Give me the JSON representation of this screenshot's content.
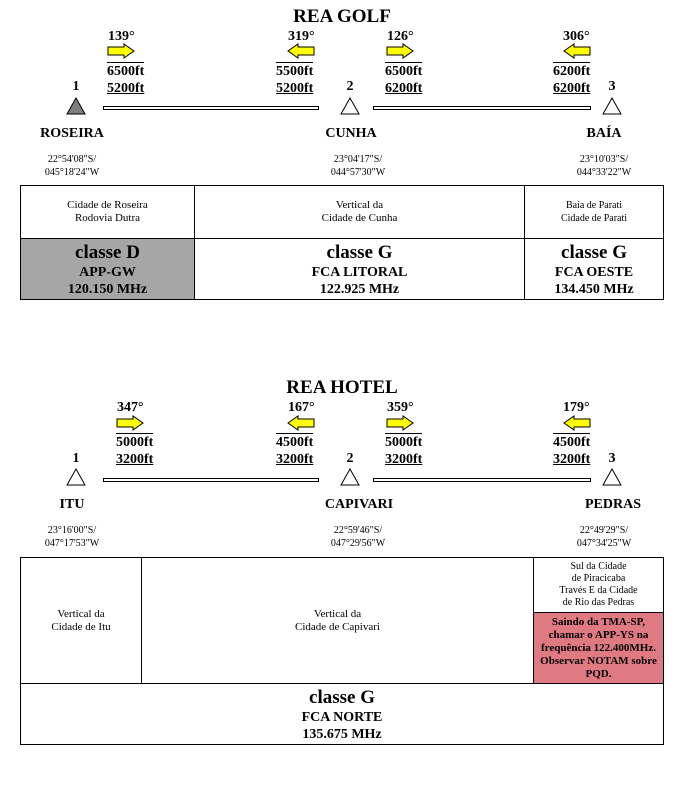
{
  "golf": {
    "title": "REA GOLF",
    "legs": [
      {
        "deg": "139°",
        "alt_top": "6500ft",
        "alt_bottom": "5200ft"
      },
      {
        "deg": "319°",
        "alt_top": "5500ft",
        "alt_bottom": "5200ft"
      },
      {
        "deg": "126°",
        "alt_top": "6500ft",
        "alt_bottom": "6200ft"
      },
      {
        "deg": "306°",
        "alt_top": "6200ft",
        "alt_bottom": "6200ft"
      }
    ],
    "waypoints": [
      {
        "num": "1",
        "name": "ROSEIRA",
        "lat": "22°54'08\"S/",
        "lon": "045°18'24\"W"
      },
      {
        "num": "2",
        "name": "CUNHA",
        "lat": "23°04'17\"S/",
        "lon": "044°57'30\"W"
      },
      {
        "num": "3",
        "name": "BAÍA",
        "lat": "23°10'03\"S/",
        "lon": "044°33'22\"W"
      }
    ],
    "refs": [
      {
        "l1": "Cidade de Roseira",
        "l2": "Rodovia Dutra"
      },
      {
        "l1": "Vertical da",
        "l2": "Cidade de Cunha"
      },
      {
        "l1": "Baía de Parati",
        "l2": "Cidade de Parati"
      }
    ],
    "classes": [
      {
        "cls": "classe D",
        "unit": "APP-GW",
        "freq": "120.150 MHz"
      },
      {
        "cls": "classe G",
        "unit": "FCA LITORAL",
        "freq": "122.925 MHz"
      },
      {
        "cls": "classe G",
        "unit": "FCA OESTE",
        "freq": "134.450 MHz"
      }
    ],
    "colors": {
      "class_d_fill": "#a6a6a6",
      "arrow_fill": "#ffff00"
    }
  },
  "hotel": {
    "title": "REA HOTEL",
    "legs": [
      {
        "deg": "347°",
        "alt_top": "5000ft",
        "alt_bottom": "3200ft"
      },
      {
        "deg": "167°",
        "alt_top": "4500ft",
        "alt_bottom": "3200ft"
      },
      {
        "deg": "359°",
        "alt_top": "5000ft",
        "alt_bottom": "3200ft"
      },
      {
        "deg": "179°",
        "alt_top": "4500ft",
        "alt_bottom": "3200ft"
      }
    ],
    "waypoints": [
      {
        "num": "1",
        "name": "ITU",
        "lat": "23°16'00\"S/",
        "lon": "047°17'53\"W"
      },
      {
        "num": "2",
        "name": "CAPIVARI",
        "lat": "22°59'46\"S/",
        "lon": "047°29'56\"W"
      },
      {
        "num": "3",
        "name": "PEDRAS",
        "lat": "22°49'29\"S/",
        "lon": "047°34'25\"W"
      }
    ],
    "refs": [
      {
        "l1": "Vertical da",
        "l2": "Cidade de Itu"
      },
      {
        "l1": "Vertical da",
        "l2": "Cidade de Capivari"
      },
      {
        "l1": "Sul da Cidade",
        "l2": "de Piracicaba",
        "l3": "Través E da Cidade",
        "l4": "de Rio das Pedras"
      }
    ],
    "note": {
      "l1": "Saindo da TMA-SP,",
      "l2": "chamar o APP-YS na",
      "l3": "frequência 122.400MHz.",
      "l4": "Observar NOTAM sobre",
      "l5": "PQD.",
      "color": "#e07a82"
    },
    "classes": [
      {
        "cls": "classe G",
        "unit": "FCA NORTE",
        "freq": "135.675 MHz"
      }
    ]
  }
}
